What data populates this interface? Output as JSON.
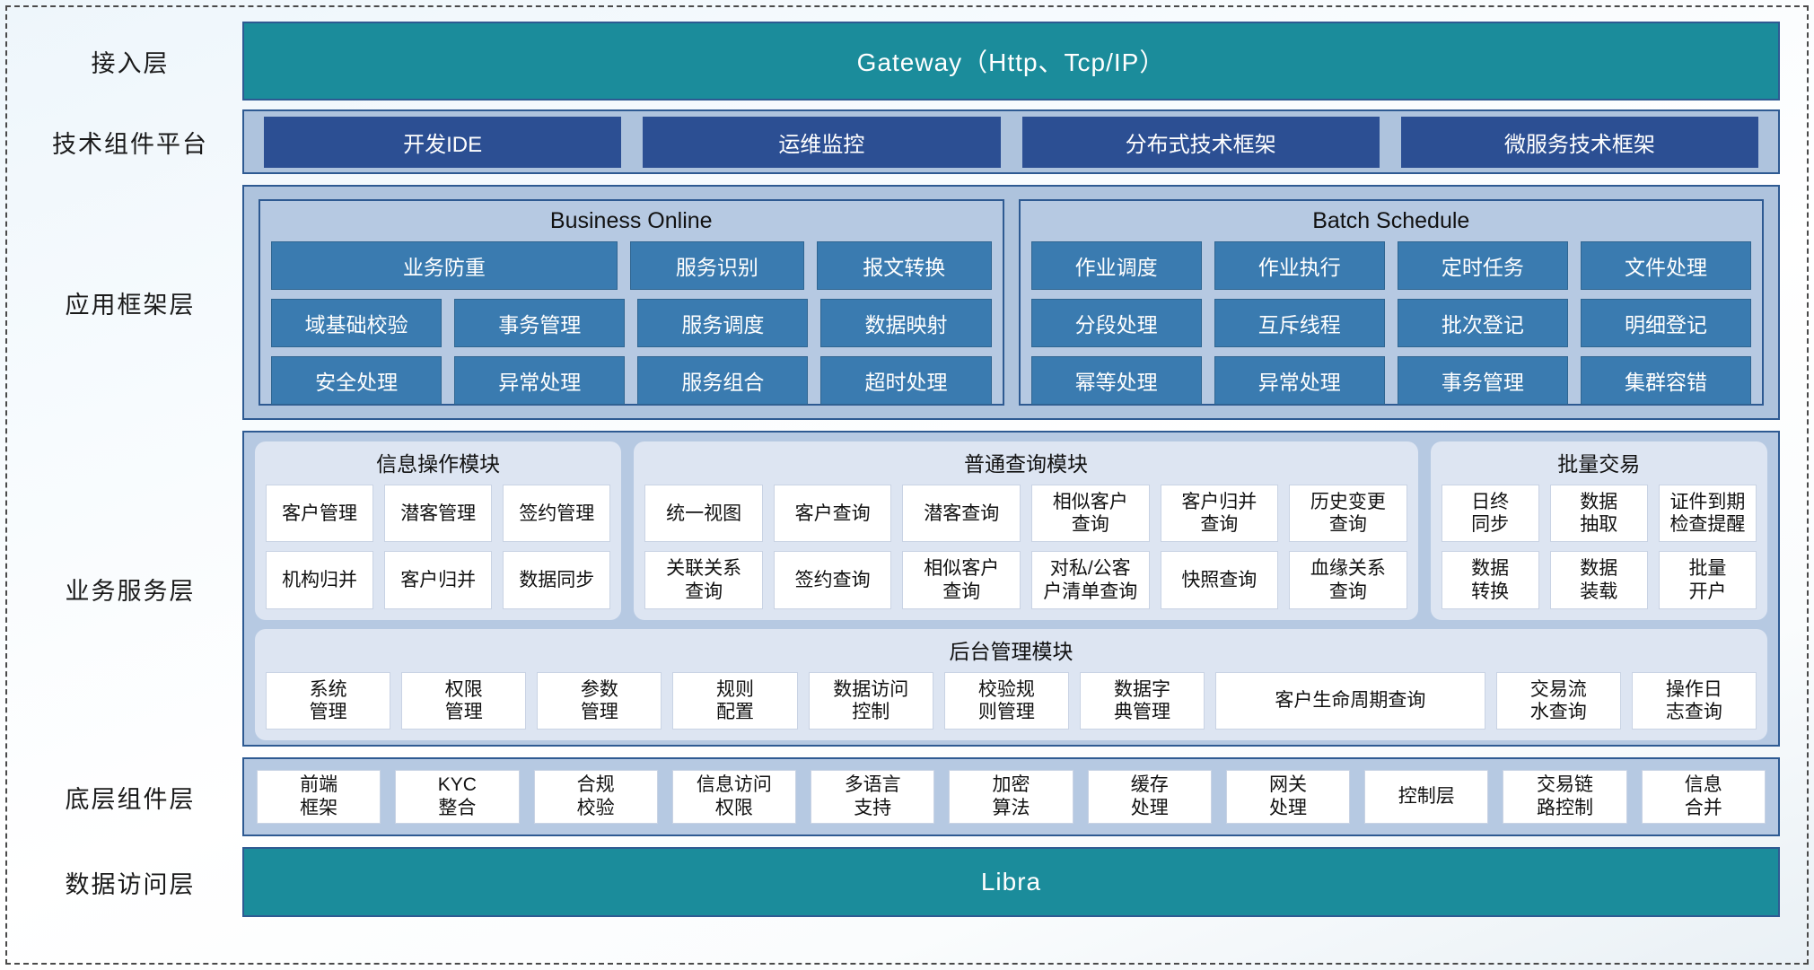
{
  "layers": {
    "access": {
      "label": "接入层",
      "bar": "Gateway（Http、Tcp/IP）"
    },
    "tech": {
      "label": "技术组件平台",
      "chips": [
        "开发IDE",
        "运维监控",
        "分布式技术框架",
        "微服务技术框架"
      ]
    },
    "framework": {
      "label": "应用框架层",
      "groups": [
        {
          "title": "Business Online",
          "rows": [
            [
              {
                "text": "业务防重",
                "span": 2
              },
              {
                "text": "服务识别",
                "span": 1
              },
              {
                "text": "报文转换",
                "span": 1
              }
            ],
            [
              {
                "text": "域基础校验",
                "span": 1
              },
              {
                "text": "事务管理",
                "span": 1
              },
              {
                "text": "服务调度",
                "span": 1
              },
              {
                "text": "数据映射",
                "span": 1
              }
            ],
            [
              {
                "text": "安全处理",
                "span": 1
              },
              {
                "text": "异常处理",
                "span": 1
              },
              {
                "text": "服务组合",
                "span": 1
              },
              {
                "text": "超时处理",
                "span": 1
              }
            ]
          ]
        },
        {
          "title": "Batch Schedule",
          "rows": [
            [
              {
                "text": "作业调度",
                "span": 1
              },
              {
                "text": "作业执行",
                "span": 1
              },
              {
                "text": "定时任务",
                "span": 1
              },
              {
                "text": "文件处理",
                "span": 1
              }
            ],
            [
              {
                "text": "分段处理",
                "span": 1
              },
              {
                "text": "互斥线程",
                "span": 1
              },
              {
                "text": "批次登记",
                "span": 1
              },
              {
                "text": "明细登记",
                "span": 1
              }
            ],
            [
              {
                "text": "幂等处理",
                "span": 1
              },
              {
                "text": "异常处理",
                "span": 1
              },
              {
                "text": "事务管理",
                "span": 1
              },
              {
                "text": "集群容错",
                "span": 1
              }
            ]
          ]
        }
      ]
    },
    "service": {
      "label": "业务服务层",
      "modules_top": [
        {
          "title": "信息操作模块",
          "rows": [
            [
              "客户管理",
              "潜客管理",
              "签约管理"
            ],
            [
              "机构归并",
              "客户归并",
              "数据同步"
            ]
          ]
        },
        {
          "title": "普通查询模块",
          "rows": [
            [
              "统一视图",
              "客户查询",
              "潜客查询",
              "相似客户\n查询",
              "客户归并\n查询",
              "历史变更\n查询"
            ],
            [
              "关联关系\n查询",
              "签约查询",
              "相似客户\n查询",
              "对私/公客\n户清单查询",
              "快照查询",
              "血缘关系\n查询"
            ]
          ]
        },
        {
          "title": "批量交易",
          "rows": [
            [
              "日终\n同步",
              "数据\n抽取",
              "证件到期\n检查提醒"
            ],
            [
              "数据\n转换",
              "数据\n装载",
              "批量\n开户"
            ]
          ]
        }
      ],
      "module_bottom": {
        "title": "后台管理模块",
        "cells": [
          {
            "text": "系统\n管理",
            "span": 1
          },
          {
            "text": "权限\n管理",
            "span": 1
          },
          {
            "text": "参数\n管理",
            "span": 1
          },
          {
            "text": "规则\n配置",
            "span": 1
          },
          {
            "text": "数据访问\n控制",
            "span": 1
          },
          {
            "text": "校验规\n则管理",
            "span": 1
          },
          {
            "text": "数据字\n典管理",
            "span": 1
          },
          {
            "text": "客户生命周期查询",
            "span": 2
          },
          {
            "text": "交易流\n水查询",
            "span": 1
          },
          {
            "text": "操作日\n志查询",
            "span": 1
          }
        ]
      }
    },
    "component": {
      "label": "底层组件层",
      "cells": [
        "前端\n框架",
        "KYC\n整合",
        "合规\n校验",
        "信息访问\n权限",
        "多语言\n支持",
        "加密\n算法",
        "缓存\n处理",
        "网关\n处理",
        "控制层",
        "交易链\n路控制",
        "信息\n合并"
      ]
    },
    "data_access": {
      "label": "数据访问层",
      "bar": "Libra"
    }
  },
  "colors": {
    "teal": "#1b8c9b",
    "deep_blue": "#2c4f93",
    "mid_blue": "#3a7bb0",
    "band_blue": "#aec3dd",
    "group_blue": "#b6c9e2",
    "module_blue": "#dde5f2",
    "border_blue": "#2e5a92",
    "cell_white": "#ffffff"
  }
}
